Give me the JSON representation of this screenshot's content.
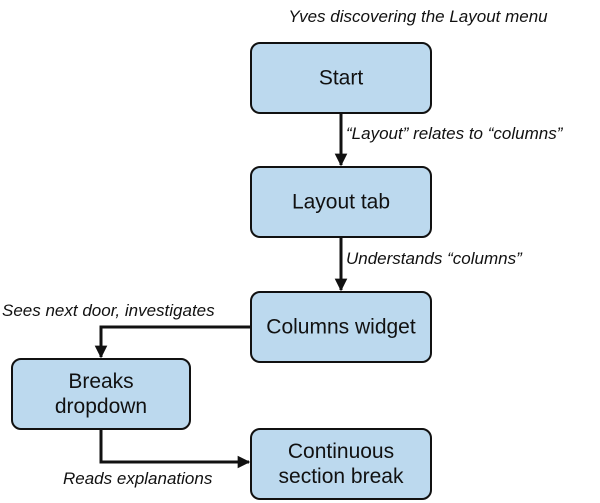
{
  "title": "Yves discovering the Layout menu",
  "colors": {
    "node_fill": "#bcd9ee",
    "stroke": "#111111"
  },
  "nodes": [
    {
      "id": "start",
      "lines": [
        "Start"
      ]
    },
    {
      "id": "layout-tab",
      "lines": [
        "Layout tab"
      ]
    },
    {
      "id": "columns-widget",
      "lines": [
        "Columns widget"
      ]
    },
    {
      "id": "breaks-dropdown",
      "lines": [
        "Breaks",
        "dropdown"
      ]
    },
    {
      "id": "continuous-section-break",
      "lines": [
        "Continuous",
        "section break"
      ]
    }
  ],
  "edges": [
    {
      "from": "start",
      "to": "layout-tab",
      "label": "“Layout” relates to “columns”"
    },
    {
      "from": "layout-tab",
      "to": "columns-widget",
      "label": "Understands “columns”"
    },
    {
      "from": "columns-widget",
      "to": "breaks-dropdown",
      "label": "Sees next door, investigates"
    },
    {
      "from": "breaks-dropdown",
      "to": "continuous-section-break",
      "label": "Reads explanations"
    }
  ]
}
